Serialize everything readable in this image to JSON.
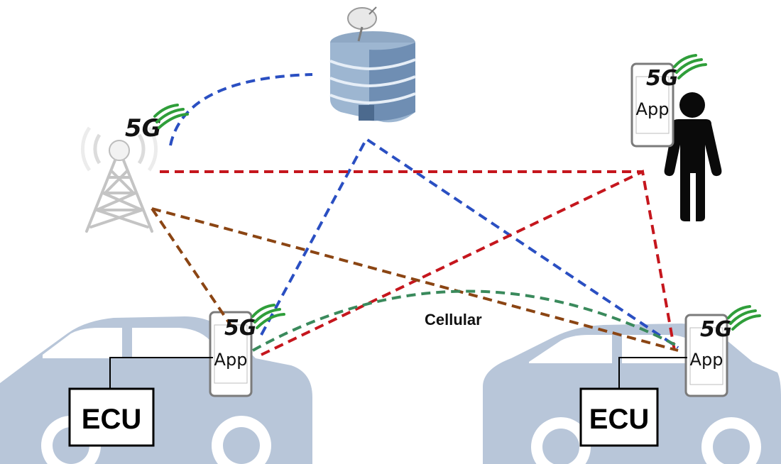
{
  "labels": {
    "network": "5G",
    "app": "App",
    "ecu": "ECU",
    "link": "Cellular"
  },
  "colors": {
    "car": "#b8c6d9",
    "server_link": "#2a4fc2",
    "person_link": "#c5161d",
    "tower_link": "#8b4513",
    "cellular_link": "#3a8a5c",
    "signal": "#2f9e3a"
  },
  "icons": {
    "tower": "cell-tower-icon",
    "server": "server-building-icon",
    "person": "person-icon",
    "phone": "smartphone-icon",
    "car": "car-icon"
  }
}
